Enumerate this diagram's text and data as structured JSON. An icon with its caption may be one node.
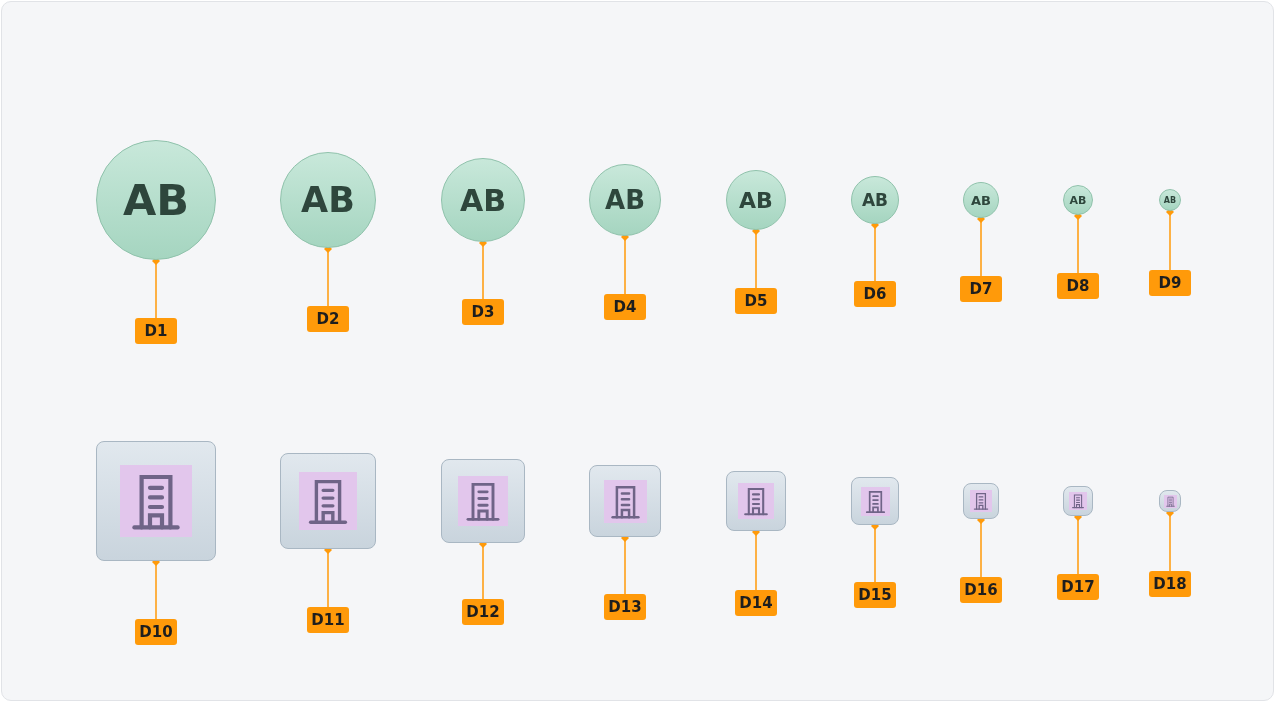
{
  "diagram": {
    "nodes": [
      {
        "text": [
          "AB"
        ]
      },
      {
        "text": [
          "AB"
        ]
      },
      {
        "text": [
          "AB"
        ]
      },
      {
        "text": [
          "AB"
        ]
      },
      {
        "text": [
          "AB"
        ]
      },
      {
        "text": [
          "AB"
        ]
      },
      {
        "text": [
          "AB"
        ]
      },
      {
        "text": [
          "AB"
        ]
      },
      {
        "text": [
          "AB"
        ]
      },
      {
        "text": [
          "D1"
        ]
      },
      {
        "text": [
          "D2"
        ]
      },
      {
        "text": [
          "D3"
        ]
      },
      {
        "text": [
          "D4"
        ]
      },
      {
        "text": [
          "D5"
        ]
      },
      {
        "text": [
          "D6"
        ]
      },
      {
        "text": [
          "D7"
        ]
      },
      {
        "text": [
          "D8"
        ]
      },
      {
        "text": [
          "D9"
        ]
      },
      {
        "text": [],
        "shape": "picture"
      },
      {
        "text": [],
        "shape": "picture"
      },
      {
        "text": [],
        "shape": "picture"
      },
      {
        "text": [],
        "shape": "picture"
      },
      {
        "text": [],
        "shape": "picture"
      },
      {
        "text": [],
        "shape": "picture"
      },
      {
        "text": [],
        "shape": "picture"
      },
      {
        "text": [],
        "shape": "picture"
      },
      {
        "text": [],
        "shape": "picture"
      },
      {
        "text": [
          "D10"
        ]
      },
      {
        "text": [
          "D11"
        ]
      },
      {
        "text": [
          "D12"
        ]
      },
      {
        "text": [
          "D13"
        ]
      },
      {
        "text": [
          "D14"
        ]
      },
      {
        "text": [
          "D15"
        ]
      },
      {
        "text": [
          "D16"
        ]
      },
      {
        "text": [
          "D17"
        ]
      },
      {
        "text": [
          "D18"
        ]
      }
    ],
    "edges": [
      {
        "from": 9,
        "to": 0,
        "arrow": "other"
      },
      {
        "from": 10,
        "to": 1,
        "arrow": "other"
      },
      {
        "from": 11,
        "to": 2,
        "arrow": "other"
      },
      {
        "from": 12,
        "to": 3,
        "arrow": "other"
      },
      {
        "from": 13,
        "to": 4,
        "arrow": "other"
      },
      {
        "from": 14,
        "to": 5,
        "arrow": "other"
      },
      {
        "from": 15,
        "to": 6,
        "arrow": "other"
      },
      {
        "from": 16,
        "to": 7,
        "arrow": "other"
      },
      {
        "from": 17,
        "to": 8,
        "arrow": "other"
      },
      {
        "from": 27,
        "to": 18,
        "arrow": "other"
      },
      {
        "from": 28,
        "to": 19,
        "arrow": "other"
      },
      {
        "from": 29,
        "to": 20,
        "arrow": "other"
      },
      {
        "from": 30,
        "to": 21,
        "arrow": "other"
      },
      {
        "from": 31,
        "to": 22,
        "arrow": "other"
      },
      {
        "from": 32,
        "to": 23,
        "arrow": "other"
      },
      {
        "from": 33,
        "to": 24,
        "arrow": "other"
      },
      {
        "from": 34,
        "to": 25,
        "arrow": "other"
      },
      {
        "from": 35,
        "to": 26,
        "arrow": "other"
      }
    ]
  }
}
